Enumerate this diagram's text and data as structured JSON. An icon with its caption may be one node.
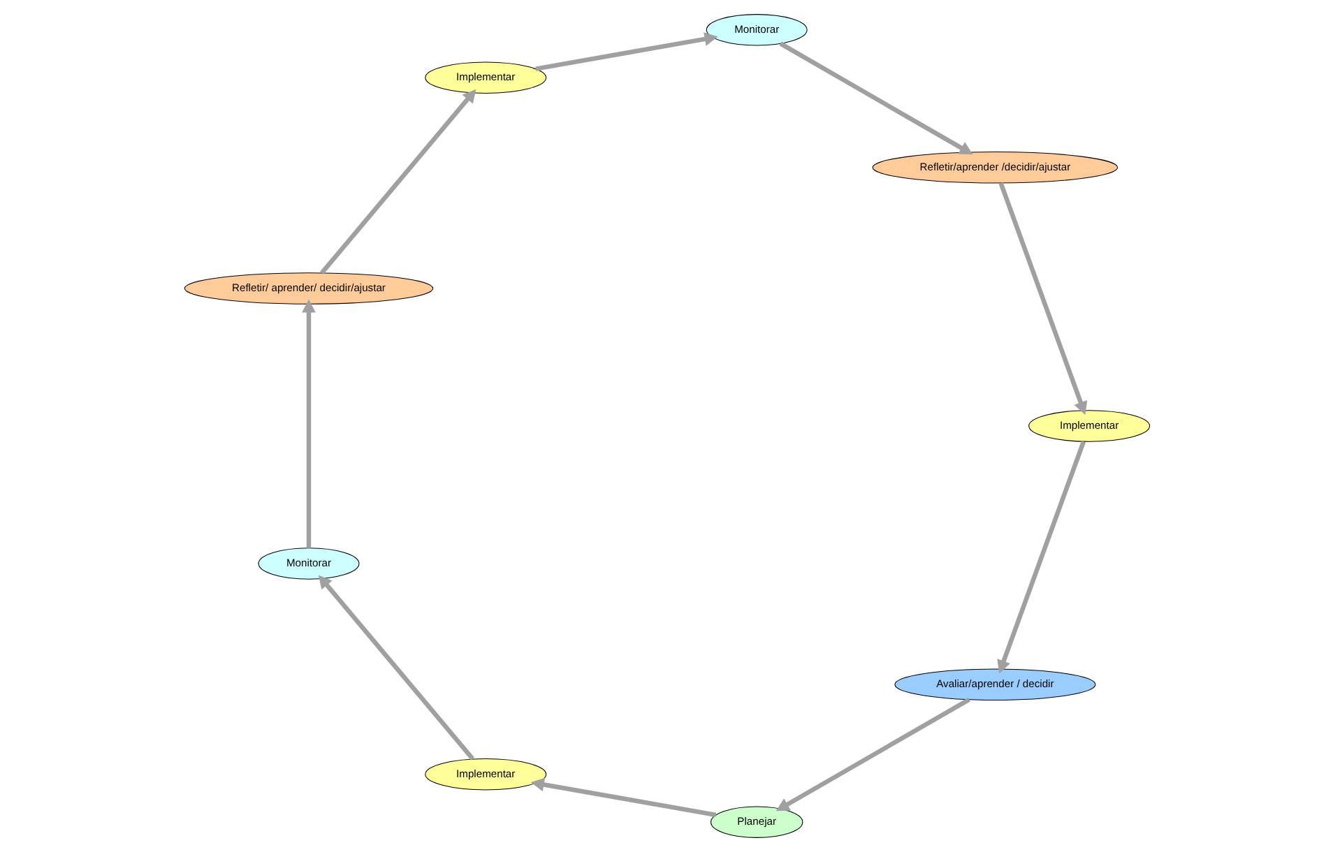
{
  "diagram": {
    "nodes": [
      {
        "text": [
          "Avaliar/aprender / decidir"
        ]
      },
      {
        "text": [
          "Planejar"
        ]
      },
      {
        "text": [
          "Implementar"
        ]
      },
      {
        "text": [
          "Monitorar"
        ]
      },
      {
        "text": [
          "Refletir/ aprender/ decidir/ajustar"
        ]
      },
      {
        "text": [
          "Implementar"
        ]
      },
      {
        "text": [
          "Monitorar"
        ]
      },
      {
        "text": [
          "Refletir/aprender /decidir/ajustar"
        ]
      },
      {
        "text": [
          "Implementar"
        ]
      }
    ],
    "edges": [
      {
        "from": 8,
        "to": 0,
        "arrow": "to"
      },
      {
        "from": 0,
        "to": 1,
        "arrow": "to"
      },
      {
        "from": 1,
        "to": 2,
        "arrow": "to"
      },
      {
        "from": 2,
        "to": 3,
        "arrow": "to"
      },
      {
        "from": 3,
        "to": 4,
        "arrow": "to"
      },
      {
        "from": 4,
        "to": 5,
        "arrow": "to"
      },
      {
        "from": 5,
        "to": 6,
        "arrow": "to"
      },
      {
        "from": 6,
        "to": 7,
        "arrow": "to"
      },
      {
        "from": 7,
        "to": 8,
        "arrow": "to"
      }
    ]
  }
}
